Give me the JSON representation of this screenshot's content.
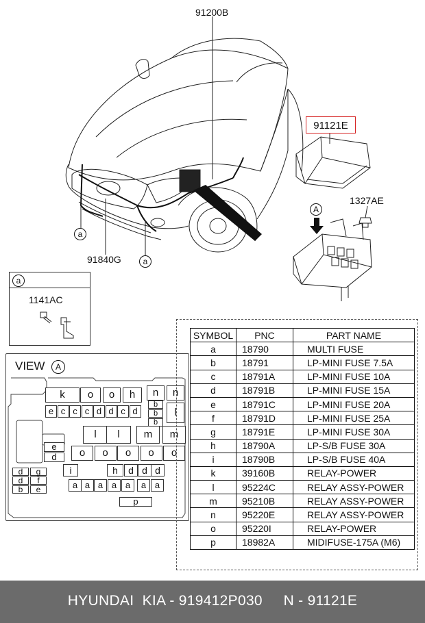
{
  "callouts": {
    "wiring_harness": "91200B",
    "junction_box": "91121E",
    "bolt": "1327AE",
    "harness_front": "91840G",
    "ref_a_left": "a",
    "ref_a_right": "a",
    "view_a_arrow": "A"
  },
  "detail_a": {
    "ref": "a",
    "part": "1141AC"
  },
  "view": {
    "title": "VIEW",
    "ref": "A"
  },
  "fuse_layout": {
    "row1": [
      "k",
      "o",
      "o",
      "h",
      "n",
      "n"
    ],
    "row2": [
      "e",
      "c",
      "c",
      "c",
      "d",
      "d",
      "c",
      "d"
    ],
    "row2_right": [
      "b",
      "b",
      "b",
      "l"
    ],
    "row3": [
      "l",
      "l",
      "m",
      "m"
    ],
    "row4_left": [
      "e",
      "d"
    ],
    "row4": [
      "o",
      "o",
      "o",
      "o",
      "o"
    ],
    "row5_left": [
      "d",
      "g",
      "d",
      "f",
      "b",
      "e"
    ],
    "row5": [
      "i",
      "h",
      "d",
      "d",
      "d"
    ],
    "row6": [
      "a",
      "a",
      "a",
      "a",
      "a",
      "a",
      "a"
    ],
    "row7": [
      "p"
    ]
  },
  "parts_table": {
    "headers": [
      "SYMBOL",
      "PNC",
      "PART NAME"
    ],
    "rows": [
      [
        "a",
        "18790",
        "MULTI FUSE"
      ],
      [
        "b",
        "18791",
        "LP-MINI FUSE 7.5A"
      ],
      [
        "c",
        "18791A",
        "LP-MINI FUSE 10A"
      ],
      [
        "d",
        "18791B",
        "LP-MINI FUSE 15A"
      ],
      [
        "e",
        "18791C",
        "LP-MINI FUSE 20A"
      ],
      [
        "f",
        "18791D",
        "LP-MINI FUSE 25A"
      ],
      [
        "g",
        "18791E",
        "LP-MINI FUSE 30A"
      ],
      [
        "h",
        "18790A",
        "LP-S/B FUSE 30A"
      ],
      [
        "i",
        "18790B",
        "LP-S/B FUSE 40A"
      ],
      [
        "k",
        "39160B",
        "RELAY-POWER"
      ],
      [
        "l",
        "95224C",
        "RELAY ASSY-POWER"
      ],
      [
        "m",
        "95210B",
        "RELAY ASSY-POWER"
      ],
      [
        "n",
        "95220E",
        "RELAY ASSY-POWER"
      ],
      [
        "o",
        "95220I",
        "RELAY-POWER"
      ],
      [
        "p",
        "18982A",
        "MIDIFUSE-175A (M6)"
      ]
    ]
  },
  "footer": {
    "text": "HYUNDAI  KIA - 919412P030     N - 91121E"
  }
}
